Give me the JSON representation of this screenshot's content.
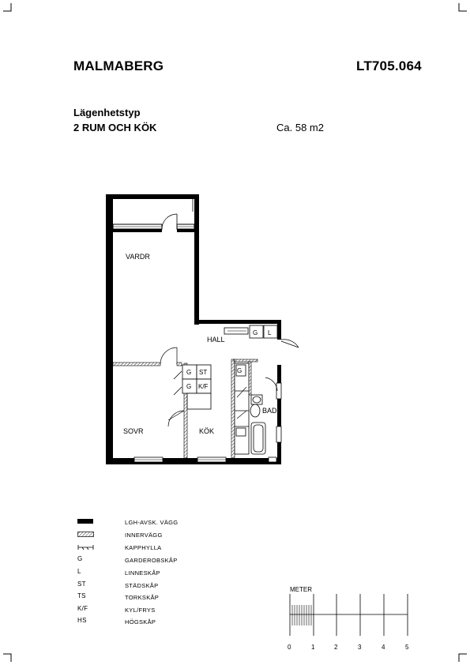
{
  "header": {
    "area_name": "MALMABERG",
    "object_code": "LT705.064"
  },
  "subheader": {
    "type_label": "Lägenhetstyp",
    "type_value": "2 RUM OCH KÖK",
    "size": "Ca. 58 m2"
  },
  "rooms": {
    "living": "VARDR",
    "hall": "HALL",
    "bedroom": "SOVR",
    "kitchen": "KÖK",
    "bath": "BAD"
  },
  "fixtures": {
    "g": "G",
    "l": "L",
    "st": "ST",
    "kf": "K/F"
  },
  "legend": [
    {
      "code": "",
      "symbol": "thick-wall",
      "text": "LGH-AVSK. VÄGG"
    },
    {
      "code": "",
      "symbol": "hatched-wall",
      "text": "INNERVÄGG"
    },
    {
      "code": "",
      "symbol": "shelf",
      "text": "KAPPHYLLA"
    },
    {
      "code": "G",
      "symbol": "",
      "text": "GARDEROBSKÅP"
    },
    {
      "code": "L",
      "symbol": "",
      "text": "LINNESKÅP"
    },
    {
      "code": "ST",
      "symbol": "",
      "text": "STÄDSKÅP"
    },
    {
      "code": "TS",
      "symbol": "",
      "text": "TORKSKÅP"
    },
    {
      "code": "K/F",
      "symbol": "",
      "text": "KYL/FRYS"
    },
    {
      "code": "HS",
      "symbol": "",
      "text": "HÖGSKÅP"
    }
  ],
  "scale": {
    "title": "METER",
    "ticks": [
      "0",
      "1",
      "2",
      "3",
      "4",
      "5"
    ]
  }
}
